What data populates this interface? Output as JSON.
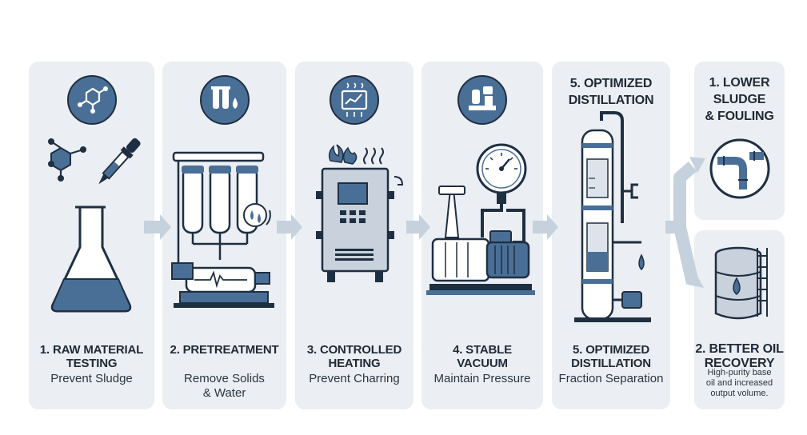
{
  "steps": [
    {
      "title": "1. RAW MATERIAL\nTESTING",
      "subtitle": "Prevent Sludge",
      "icon": "molecule-icon"
    },
    {
      "title": "2. PRETREATMENT",
      "subtitle": "Remove Solids\n& Water",
      "icon": "filter-icon"
    },
    {
      "title": "3. CONTROLLED\nHEATING",
      "subtitle": "Prevent Charring",
      "icon": "heating-control-icon"
    },
    {
      "title": "4. STABLE\nVACUUM",
      "subtitle": "Maintain Pressure",
      "icon": "vacuum-unit-icon"
    },
    {
      "title": "5. OPTIMIZED\nDISTILLATION",
      "subtitle": "Fraction Separation",
      "header": "5. OPTIMIZED\nDISTILLATION"
    }
  ],
  "outcomes": [
    {
      "title": "1. LOWER\nSLUDGE\n& FOULING"
    },
    {
      "title": "2. BETTER OIL\nRECOVERY",
      "description": "High-purity base\noil and increased\noutput volume."
    }
  ],
  "colors": {
    "card": "#ebeef2",
    "accent": "#4a6f96",
    "outline": "#1f2f42",
    "arrow": "#c5d1dd"
  }
}
